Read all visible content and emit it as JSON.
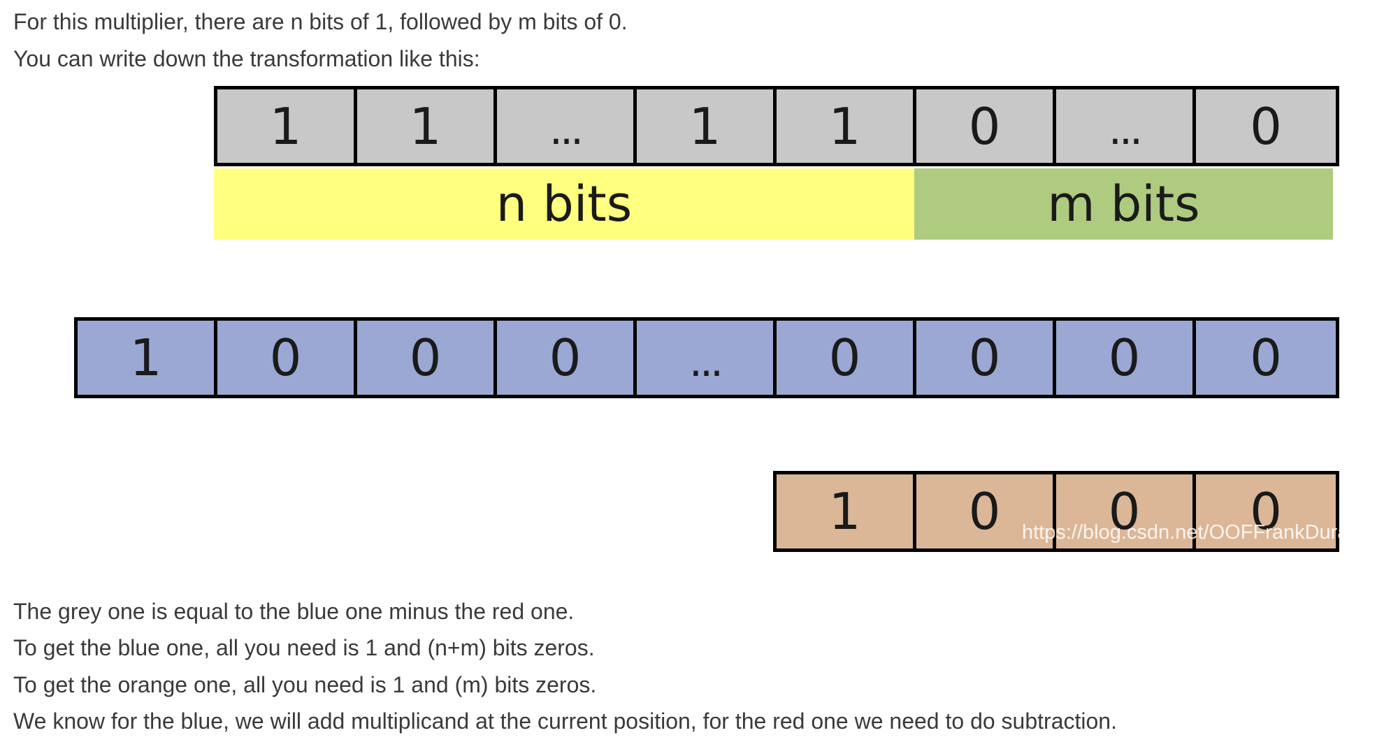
{
  "intro": {
    "line1": "For this multiplier, there are n bits of 1, followed by m bits of 0.",
    "line2": "You can write down the transformation like this:"
  },
  "diagram": {
    "grey_row": [
      "1",
      "1",
      "...",
      "1",
      "1",
      "0",
      "...",
      "0"
    ],
    "bands": {
      "n_label": "n bits",
      "m_label": "m bits"
    },
    "blue_row": [
      "1",
      "0",
      "0",
      "0",
      "...",
      "0",
      "0",
      "0",
      "0"
    ],
    "orange_row": [
      "1",
      "0",
      "0",
      "0"
    ],
    "colors": {
      "grey": "#c8c8c8",
      "blue": "#9aa8d3",
      "orange": "#dbb797",
      "yellow": "#ffff80",
      "green": "#aecb80"
    }
  },
  "watermark": "https://blog.csdn.net/OOFFrankDura",
  "outro": {
    "line1": "The grey one is equal to the blue one minus the red one.",
    "line2": "To get the blue one, all you need is 1 and (n+m) bits zeros.",
    "line3": "To get the orange one, all you need is 1 and (m) bits zeros.",
    "line4": "We know for the blue, we will add multiplicand at the current position, for the red one we need to do subtraction."
  }
}
